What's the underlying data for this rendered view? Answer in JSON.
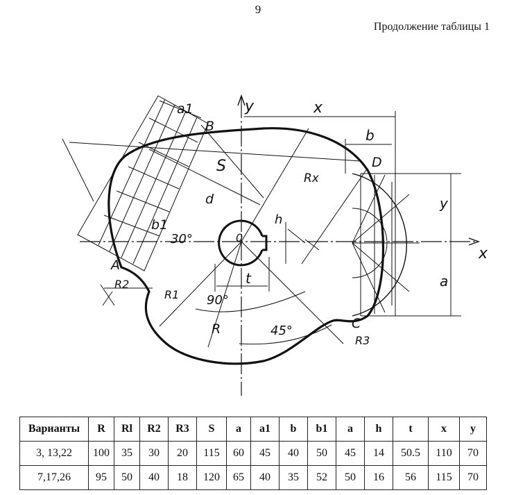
{
  "page_number": "9",
  "continuation_label": "Продолжение таблицы 1",
  "drawing_labels": {
    "y_axis": "y",
    "x_axis": "x",
    "x_dim": "x",
    "b_dim": "b",
    "a1": "a1",
    "B": "B",
    "D": "D",
    "S": "S",
    "Rx": "Rx",
    "d": "d",
    "h": "h",
    "b1": "b1",
    "angle30": "30°",
    "origin": "0",
    "A": "A",
    "R2": "R2",
    "R1": "R1",
    "angle90": "90°",
    "t": "t",
    "R": "R",
    "angle45": "45°",
    "C": "C",
    "R3": "R3",
    "y_dim": "y",
    "a_dim": "a"
  },
  "table": {
    "headers": [
      "Варианты",
      "R",
      "Rl",
      "R2",
      "R3",
      "S",
      "a",
      "a1",
      "b",
      "b1",
      "a",
      "h",
      "t",
      "x",
      "y"
    ],
    "rows": [
      [
        "3, 13,22",
        "100",
        "35",
        "30",
        "20",
        "115",
        "60",
        "45",
        "40",
        "50",
        "45",
        "14",
        "50.5",
        "110",
        "70"
      ],
      [
        "7,17,26",
        "95",
        "50",
        "40",
        "18",
        "120",
        "65",
        "40",
        "35",
        "52",
        "50",
        "16",
        "56",
        "115",
        "70"
      ]
    ]
  }
}
